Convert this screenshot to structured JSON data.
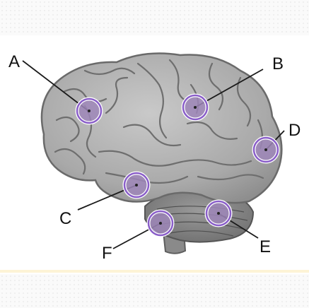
{
  "diagram": {
    "labels": {
      "a": "A",
      "b": "B",
      "c": "C",
      "d": "D",
      "e": "E",
      "f": "F"
    },
    "colors": {
      "marker_ring": "#8a5ec9",
      "marker_fill": "#9d86b8",
      "brain_light": "#b9b9b9",
      "brain_dark": "#7d7d7d",
      "leader_line": "#1a1a1a"
    }
  }
}
